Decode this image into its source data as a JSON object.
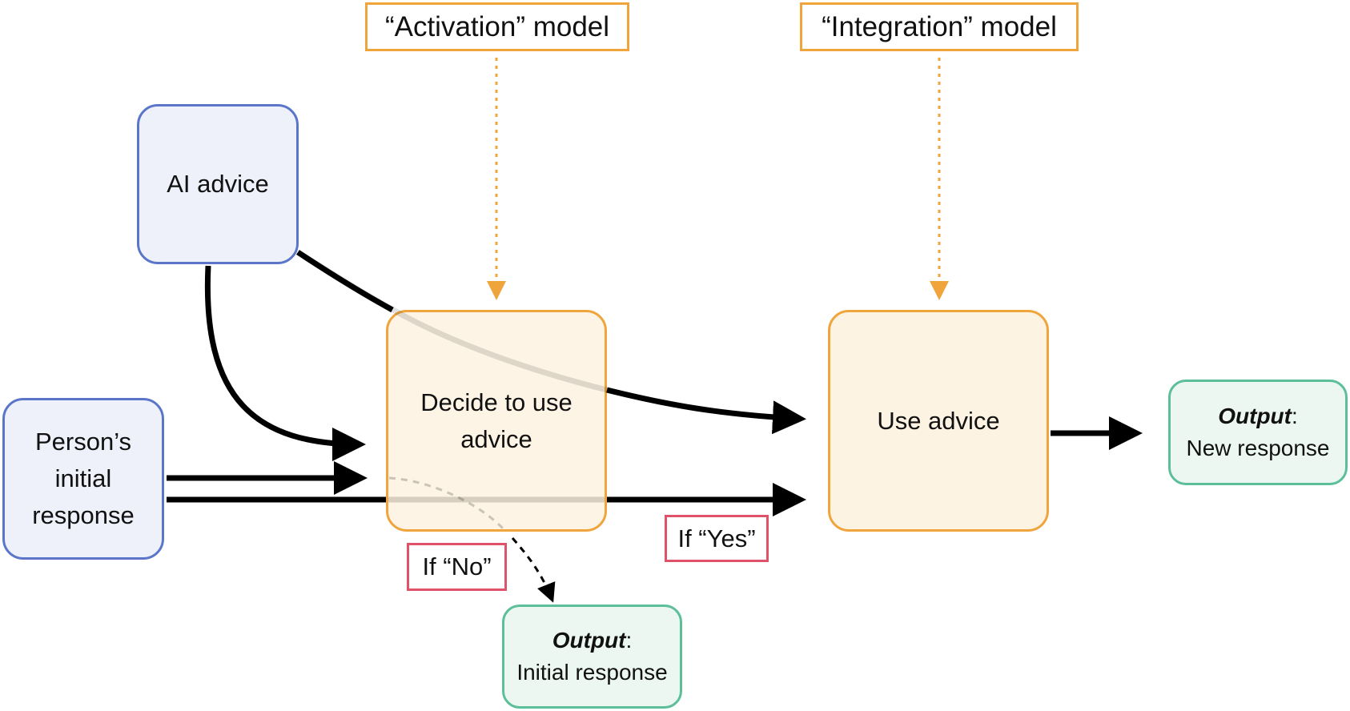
{
  "models": {
    "activation": "“Activation” model",
    "integration": "“Integration” model"
  },
  "nodes": {
    "ai_advice": "AI advice",
    "initial_response_line1": "Person’s",
    "initial_response_line2": "initial",
    "initial_response_line3": "response",
    "decide_line1": "Decide to use",
    "decide_line2": "advice",
    "use_advice": "Use advice"
  },
  "outputs": {
    "new": {
      "title": "Output",
      "colon": ":",
      "text": "New response"
    },
    "initial": {
      "title": "Output",
      "colon": ":",
      "text": "Initial response"
    }
  },
  "conditions": {
    "yes": "If “Yes”",
    "no": "If “No”"
  },
  "colors": {
    "process_border": "#f0a53c",
    "input_border": "#5b76c9",
    "output_border": "#5dbf9a",
    "condition_border": "#e0516a"
  }
}
